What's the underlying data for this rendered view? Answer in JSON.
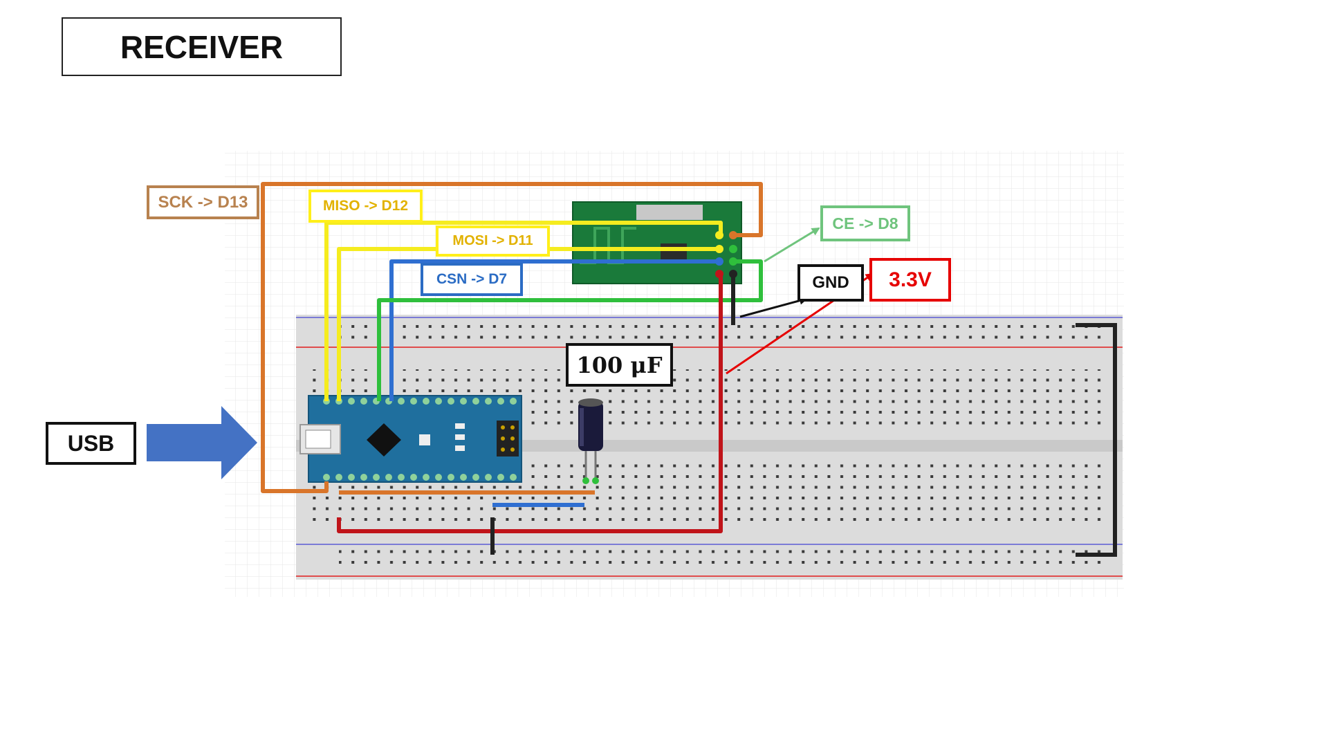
{
  "title": "RECEIVER",
  "labels": {
    "usb": "USB",
    "sck": "SCK -> D13",
    "miso": "MISO -> D12",
    "mosi": "MOSI -> D11",
    "csn": "CSN -> D7",
    "ce": "CE -> D8",
    "gnd": "GND",
    "v33": "3.3V",
    "capacitor": "100 μF"
  },
  "colors": {
    "sck": "#d9752a",
    "miso": "#f5ec1f",
    "mosi": "#f5ec1f",
    "csn": "#2f6fd1",
    "ce": "#2fbf3c",
    "power": "#c0141a",
    "ground": "#222222",
    "arrow": "#4472c4",
    "arduino": "#1f6f9e",
    "radio_module": "#1a7a3a"
  },
  "components": {
    "microcontroller": "Arduino Nano",
    "radio": "nRF24L01 module",
    "capacitor": "electrolytic-capacitor"
  }
}
